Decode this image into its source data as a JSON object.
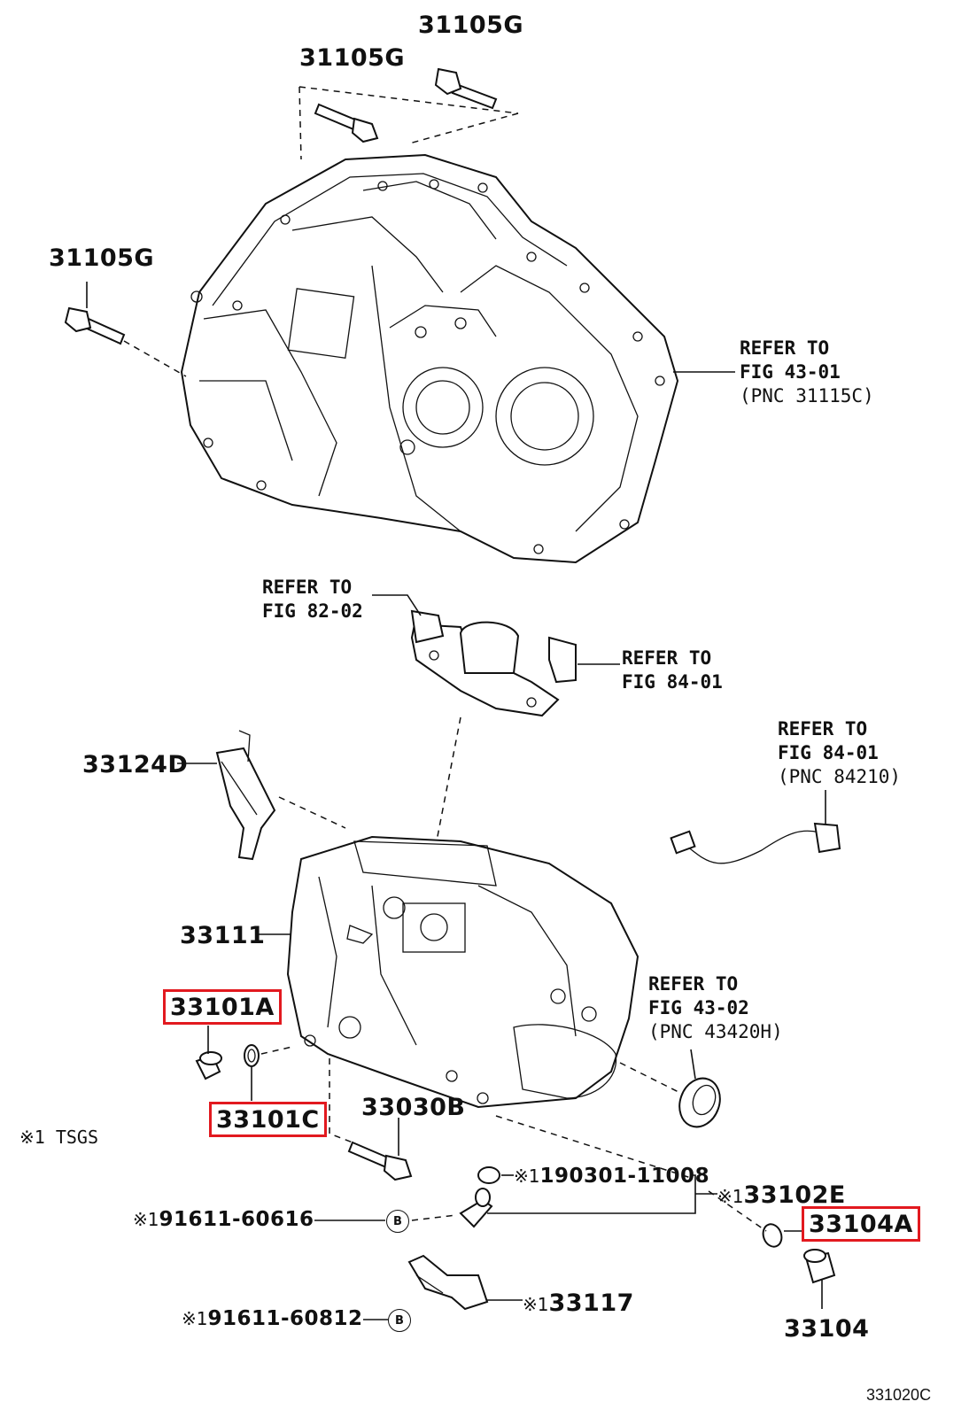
{
  "labels": {
    "bolt_top_right": "31105G",
    "bolt_top_left": "31105G",
    "bolt_left": "31105G",
    "bracket": "33124D",
    "case": "33111",
    "plug_gasket_left_top": "33101A",
    "plug_gasket_left_bottom": "33101C",
    "bolt_bottom": "33030B",
    "sensor_kit": "33102E",
    "gasket_right": "33104A",
    "plug_right": "33104",
    "bracket_bottom": "33117",
    "clip": "190301-11008",
    "bolt_b1": "91611-60616",
    "bolt_b2": "91611-60812"
  },
  "marks": {
    "asterisk_1": "※1",
    "b_mark": "B"
  },
  "refers": {
    "r1": {
      "line1": "REFER TO",
      "line2": "FIG 43-01",
      "pnc": "(PNC 31115C)"
    },
    "r2": {
      "line1": "REFER TO",
      "line2": "FIG 82-02"
    },
    "r3": {
      "line1": "REFER TO",
      "line2": "FIG 84-01"
    },
    "r4": {
      "line1": "REFER TO",
      "line2": "FIG 84-01",
      "pnc": "(PNC 84210)"
    },
    "r5": {
      "line1": "REFER TO",
      "line2": "FIG 43-02",
      "pnc": "(PNC 43420H)"
    }
  },
  "note": "※1 TSGS",
  "figure_code": "331020C",
  "highlight_color": "#e2191f"
}
